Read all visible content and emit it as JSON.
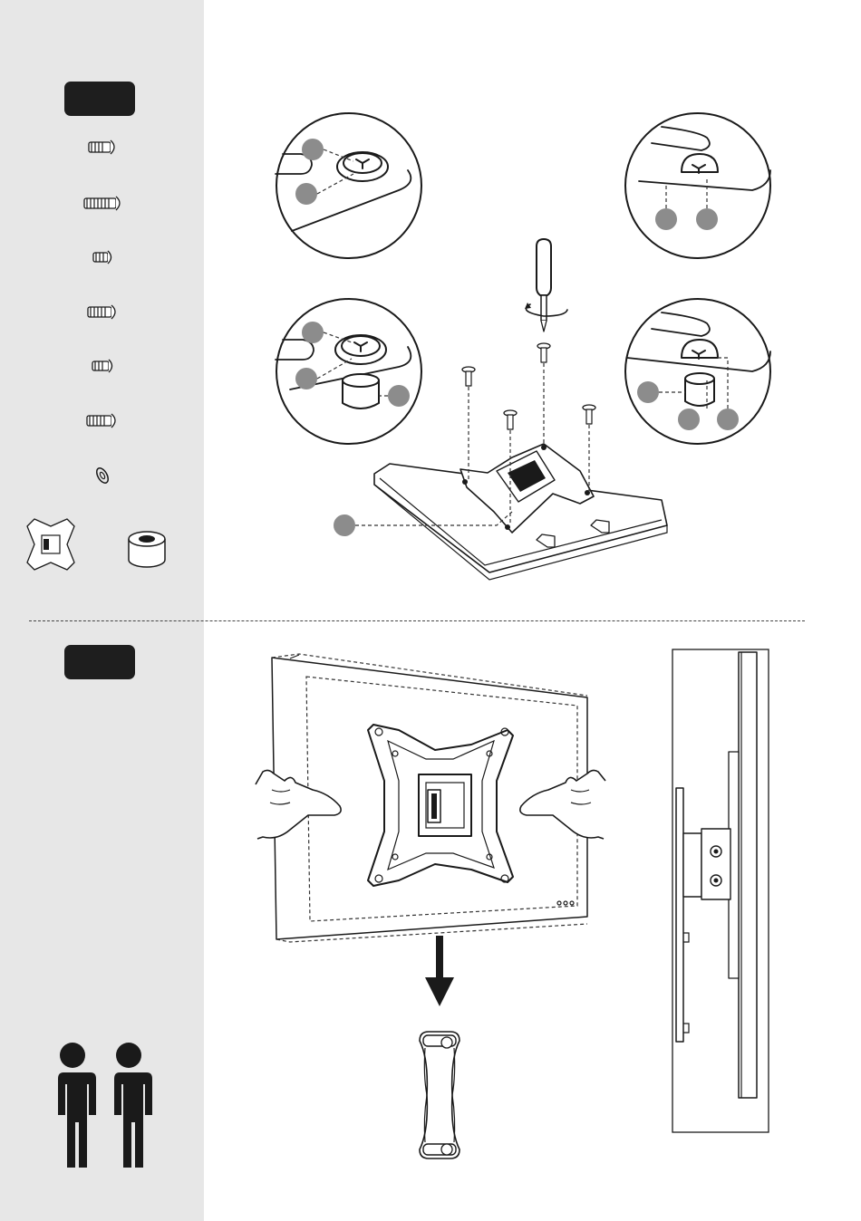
{
  "steps": [
    {
      "badge": ""
    },
    {
      "badge": ""
    }
  ],
  "parts": [
    "screw",
    "long-screw",
    "short-screw",
    "medium-screw",
    "short-screw",
    "medium-screw",
    "washer",
    "mounting-plate",
    "spacer"
  ],
  "icons": {
    "screwdriver": "screwdriver-icon",
    "two_people": "two-people-icon",
    "down_arrow": "down-arrow-icon",
    "wall_bracket": "wall-bracket-icon"
  },
  "colors": {
    "sidebar": "#e7e7e7",
    "badge": "#1e1e1e",
    "callout_marker": "#8c8c8c",
    "line_art": "#1a1a1a"
  }
}
